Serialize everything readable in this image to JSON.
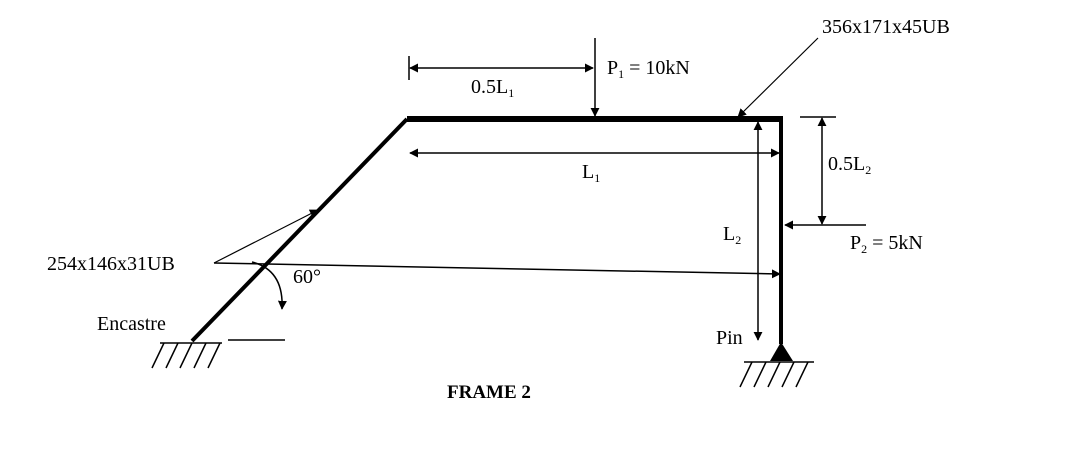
{
  "diagram": {
    "title": "FRAME 2",
    "member_top": "356x171x45UB",
    "member_inclined": "254x146x31UB",
    "angle": "60°",
    "left_support": "Encastre",
    "right_support": "Pin",
    "p1": {
      "sym": "P",
      "sub": "1",
      "rest": " = 10kN"
    },
    "p2": {
      "sym": "P",
      "sub": "2",
      "rest": " = 5kN"
    },
    "dim_half_l1": {
      "pre": "0.5L",
      "sub": "1"
    },
    "dim_l1": {
      "pre": "L",
      "sub": "1"
    },
    "dim_l2": {
      "pre": "L",
      "sub": "2"
    },
    "dim_half_l2": {
      "pre": "0.5L",
      "sub": "2"
    }
  }
}
